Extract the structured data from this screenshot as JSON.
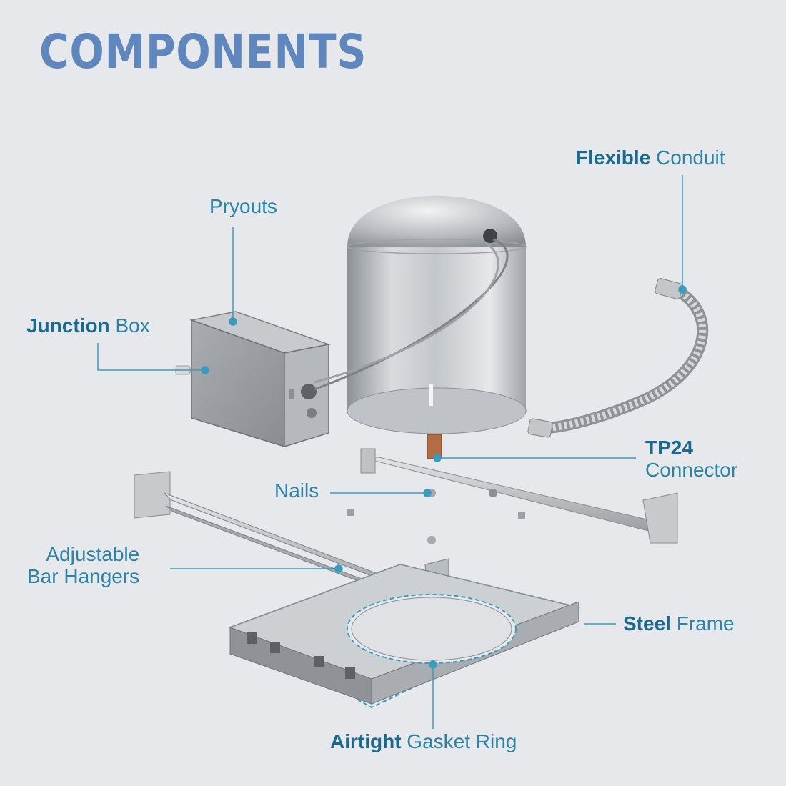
{
  "title": "COMPONENTS",
  "labels": {
    "flexible_conduit": {
      "bold": "Flexible",
      "rest": " Conduit"
    },
    "pryouts": {
      "bold": "",
      "rest": "Pryouts"
    },
    "junction_box": {
      "bold": "Junction",
      "rest": " Box"
    },
    "tp24_connector": {
      "line1": "TP24",
      "line2": "Connector"
    },
    "nails": {
      "bold": "",
      "rest": "Nails"
    },
    "bar_hangers": {
      "line1": "Adjustable",
      "line2": "Bar Hangers"
    },
    "steel_frame": {
      "bold": "Steel",
      "rest": " Frame"
    },
    "gasket_ring": {
      "bold": "Airtight",
      "rest": " Gasket Ring"
    }
  },
  "colors": {
    "title": "#5f86bd",
    "label_text": "#2c83a3",
    "label_bold": "#1b6a8e",
    "leader_line": "#3a9bbd",
    "background": "#e6e8eb"
  }
}
